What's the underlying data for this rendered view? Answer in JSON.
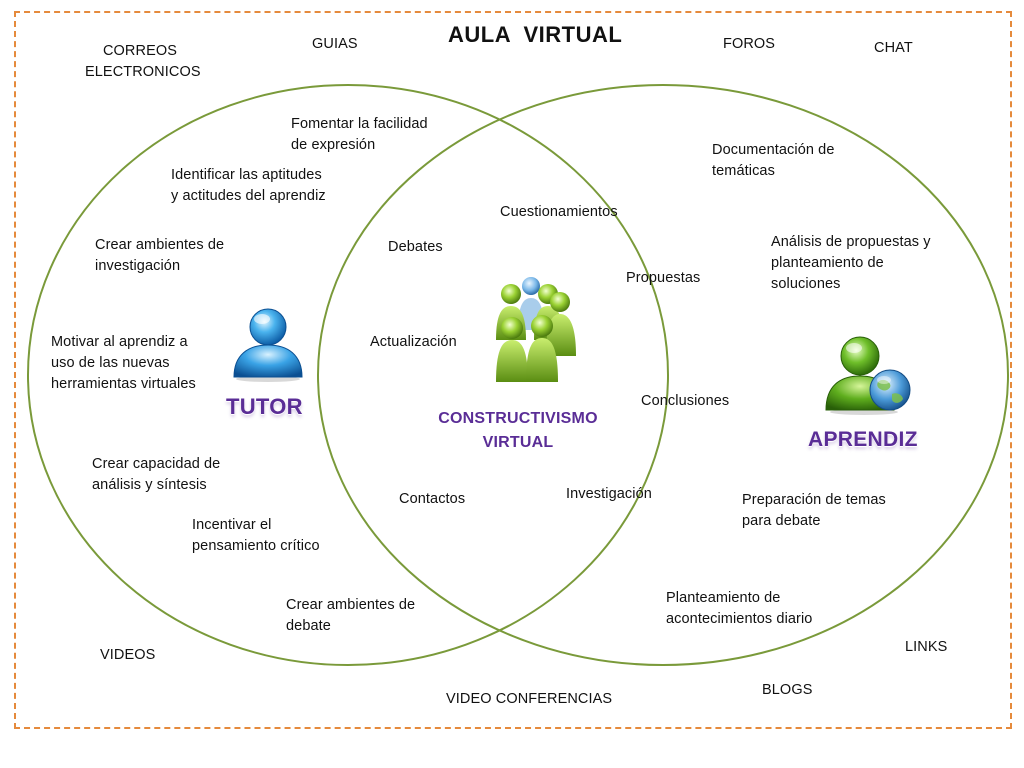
{
  "title": "AULA  VIRTUAL",
  "outer": {
    "correos": "CORREOS\nELECTRONICOS",
    "guias": "GUIAS",
    "foros": "FOROS",
    "chat": "CHAT",
    "videos": "VIDEOS",
    "video_conferencias": "VIDEO CONFERENCIAS",
    "blogs": "BLOGS",
    "links": "LINKS"
  },
  "tutor": {
    "label": "TUTOR",
    "items": [
      "Fomentar la facilidad\nde expresión",
      "Identificar las aptitudes\ny actitudes del aprendiz",
      "Crear ambientes de\ninvestigación",
      "Motivar al aprendiz a\nuso de las nuevas\nherramientas virtuales",
      "Crear capacidad de\nanálisis y síntesis",
      "Incentivar el\npensamiento crítico",
      "Crear ambientes de\ndebate"
    ]
  },
  "center": {
    "label": "CONSTRUCTIVISMO\nVIRTUAL",
    "items": [
      "Cuestionamientos",
      "Debates",
      "Propuestas",
      "Actualización",
      "Conclusiones",
      "Contactos",
      "Investigación"
    ]
  },
  "aprendiz": {
    "label": "APRENDIZ",
    "items": [
      "Documentación de\ntemáticas",
      "Análisis de propuestas y\nplanteamiento de\nsoluciones",
      "Preparación de temas\npara debate",
      "Planteamiento de\nacontecimientos diario"
    ]
  },
  "colors": {
    "frame": "#e58a3c",
    "circle": "#7a9a3a",
    "role_text": "#5a2d96"
  },
  "icons": {
    "tutor": "person-blue-icon",
    "center": "group-green-icon",
    "aprendiz": "person-globe-icon"
  }
}
